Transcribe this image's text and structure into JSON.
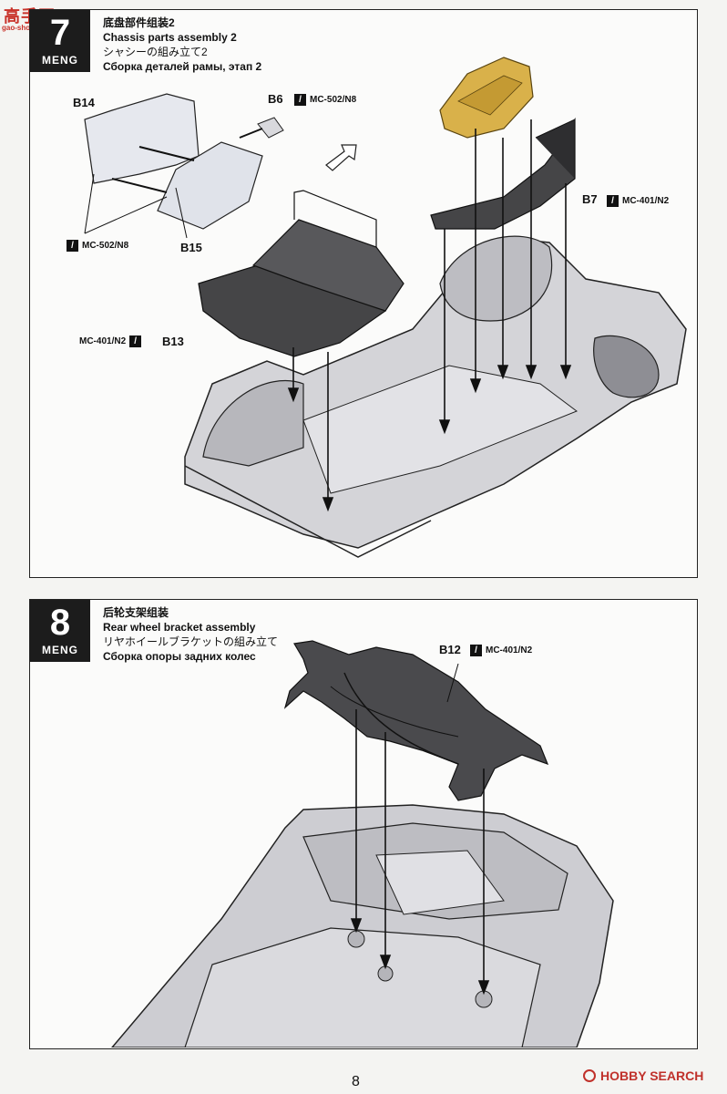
{
  "watermark": {
    "site_name": "高手网",
    "url": "gao-shou.com"
  },
  "steps": [
    {
      "number": "7",
      "brand": "MENG",
      "title_cn": "底盘部件组装2",
      "title_en": "Chassis parts assembly 2",
      "title_jp": "シャシーの組み立て2",
      "title_ru": "Сборка деталей рамы, этап 2",
      "parts": [
        "B14",
        "B6",
        "B15",
        "B13",
        "B7"
      ],
      "paints": {
        "b6": "MC-502/N8",
        "b14_b15": "MC-502/N8",
        "b13": "MC-401/N2",
        "b7": "MC-401/N2"
      }
    },
    {
      "number": "8",
      "brand": "MENG",
      "title_cn": "后轮支架组装",
      "title_en": "Rear wheel bracket assembly",
      "title_jp": "リヤホイールブラケットの組み立て",
      "title_ru": "Сборка опоры задних колес",
      "parts": [
        "B12"
      ],
      "paints": {
        "b12": "MC-401/N2"
      }
    }
  ],
  "page_number": "8",
  "footer_logo": {
    "text": "HOBBY SEARCH"
  },
  "colors": {
    "frame": "#222222",
    "part_dark": "#3f3f3f",
    "chassis": "#c9c9cd",
    "gold_part": "#d9b14a"
  },
  "icons": [
    "brush-icon",
    "arrow-outline-icon"
  ]
}
